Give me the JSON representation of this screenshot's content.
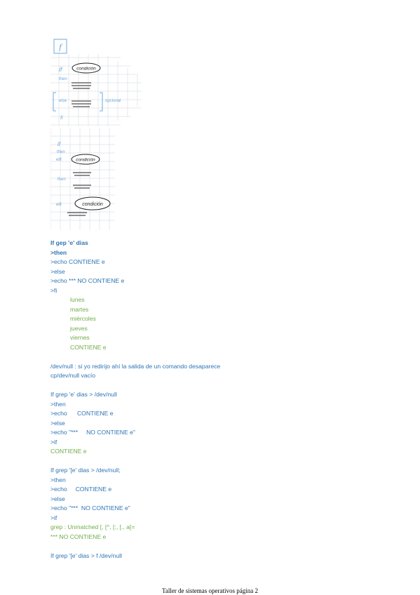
{
  "sketch1": {
    "f_box": "f",
    "if_label": "if",
    "then_label": "then",
    "condition_label": "condición",
    "else_label": "else",
    "fi_label": "fi",
    "opcional_label": "opcional"
  },
  "sketch2": {
    "if_label": "if",
    "then_label": "then",
    "elif_label_1": "elif",
    "condition_label_1": "condición",
    "then_label_2": "then",
    "elif_label_2": "elif",
    "condition_label_2": "condición"
  },
  "code_lines": [
    "If gep 'e' dias",
    ">then",
    ">echo CONTIENE e",
    ">else",
    ">echo *** NO CONTIENE e",
    ">fi",
    "lunes",
    "martes",
    "miércoles",
    "jueves",
    "viernes",
    "CONTIENE e",
    "",
    "/dev/null : si yo redirijo ahí la salida de un comando desaparece",
    "cp/dev/null vacío",
    "",
    "If grep 'e' dias > /dev/null",
    ">then",
    ">echo      CONTIENE e",
    ">else",
    ">echo \"***     NO CONTIENE e\"",
    ">if",
    "CONTIENE e",
    "",
    "If grep '[e' dias > /dev/null;",
    ">then",
    ">echo     CONTIENE e",
    ">else",
    ">echo \"***  NO CONTIENE e\"",
    ">if",
    "grep : Unmatched [, [^, [:, [., a[=",
    "*** NO CONTIENE e",
    "",
    "If grep '[e' dias > f /dev/null"
  ],
  "footer": "Taller de sistemas operativos página 2"
}
